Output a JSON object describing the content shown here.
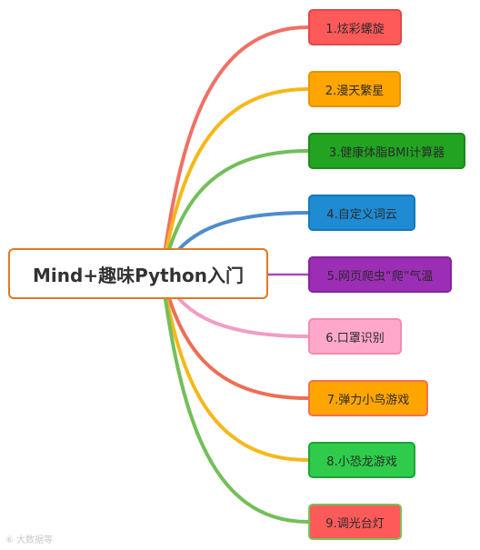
{
  "mindmap": {
    "root": {
      "label": "Mind+趣味Python入门",
      "border_color": "#e07a22"
    },
    "branches": [
      {
        "label": "1.炫彩螺旋",
        "fill": "#ff5a5a",
        "border": "#e04848",
        "line": "#f07065"
      },
      {
        "label": "2.漫天繁星",
        "fill": "#ffa500",
        "border": "#e89400",
        "line": "#f5b81a"
      },
      {
        "label": "3.健康体脂BMI计算器",
        "fill": "#22a322",
        "border": "#1a8a1a",
        "line": "#73bf5a"
      },
      {
        "label": "4.自定义词云",
        "fill": "#1e8bd3",
        "border": "#1577b8",
        "line": "#4f8ccc"
      },
      {
        "label": "5.网页爬虫“爬”气温",
        "fill": "#9b2eb5",
        "border": "#85229c",
        "line": "#a14dbd"
      },
      {
        "label": "6.口罩识别",
        "fill": "#ffa8cc",
        "border": "#f08bb5",
        "line": "#f29dc3"
      },
      {
        "label": "7.弹力小鸟游戏",
        "fill": "#ffa500",
        "border": "#f07055",
        "line": "#ee6e55"
      },
      {
        "label": "8.小恐龙游戏",
        "fill": "#2ecc4a",
        "border": "#1fa336",
        "line": "#f5b81a"
      },
      {
        "label": "9.调光台灯",
        "fill": "#ff5a5a",
        "border": "#7ac05c",
        "line": "#73bf5a"
      }
    ]
  },
  "watermark": "⑥ 大数据等"
}
